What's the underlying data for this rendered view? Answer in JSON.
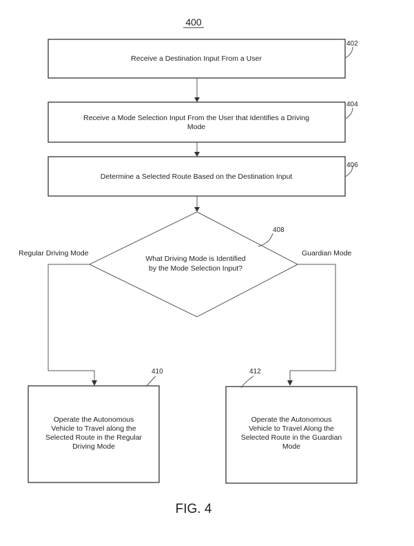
{
  "figure": {
    "number": "400",
    "caption": "FIG. 4"
  },
  "steps": {
    "s402": {
      "ref": "402",
      "lines": [
        "Receive a Destination Input From a User"
      ]
    },
    "s404": {
      "ref": "404",
      "lines": [
        "Receive a Mode Selection Input From the User that Identifies a Driving",
        "Mode"
      ]
    },
    "s406": {
      "ref": "406",
      "lines": [
        "Determine a Selected Route Based on the Destination Input"
      ]
    },
    "s408": {
      "ref": "408",
      "lines": [
        "What Driving Mode is Identified",
        "by the Mode Selection Input?"
      ]
    },
    "s410": {
      "ref": "410",
      "lines": [
        "Operate the Autonomous",
        "Vehicle to Travel along the",
        "Selected Route in the Regular",
        "Driving Mode"
      ]
    },
    "s412": {
      "ref": "412",
      "lines": [
        "Operate the Autonomous",
        "Vehicle to Travel Along the",
        "Selected Route in the Guardian",
        "Mode"
      ]
    }
  },
  "branches": {
    "left": "Regular Driving Mode",
    "right": "Guardian Mode"
  }
}
